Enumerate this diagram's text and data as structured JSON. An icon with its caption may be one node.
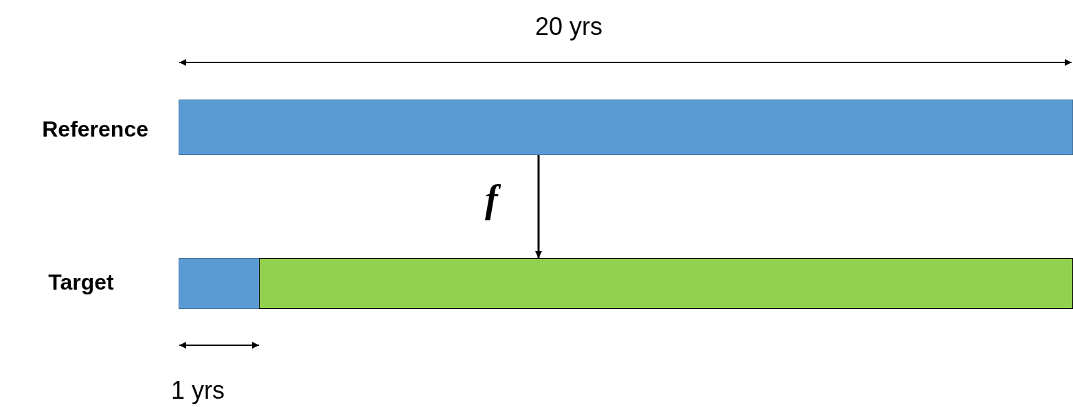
{
  "diagram": {
    "nodes": [
      {
        "text": [],
        "shape": "bar",
        "beside": [
          "Reference"
        ]
      },
      {
        "text": [],
        "shape": "bar",
        "beside": [
          "Target"
        ]
      },
      {
        "text": [],
        "shape": "bar"
      }
    ],
    "edges": [
      {
        "from": 0,
        "to": 2,
        "arrow": "to",
        "label": "f"
      }
    ],
    "labels": [
      "20 yrs",
      "1 yrs"
    ]
  }
}
